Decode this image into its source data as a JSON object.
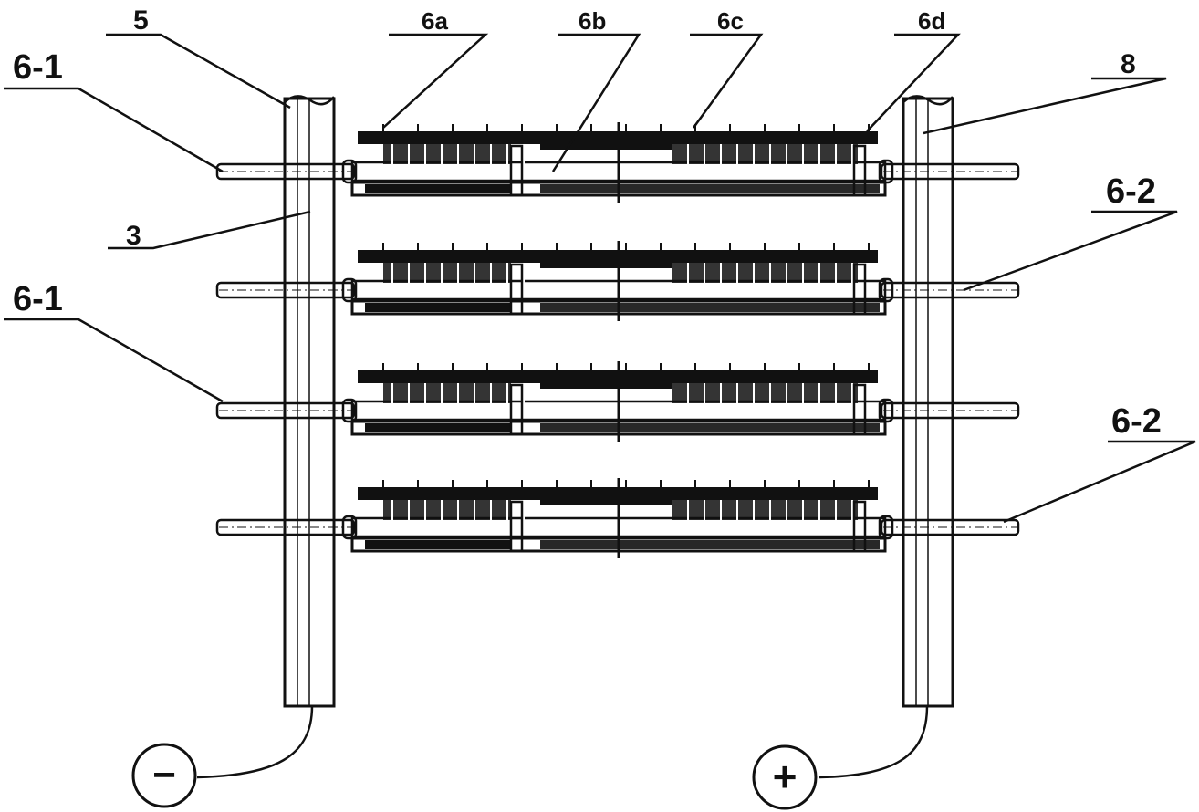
{
  "labels": {
    "l5": "5",
    "l6_1_top": "6-1",
    "l3": "3",
    "l6_1_mid": "6-1",
    "l6a": "6a",
    "l6b": "6b",
    "l6c": "6c",
    "l6d": "6d",
    "l8": "8",
    "l6_2_top": "6-2",
    "l6_2_bot": "6-2"
  },
  "terminals": {
    "negative": "−",
    "positive": "+"
  },
  "electrode_rows": 4,
  "colors": {
    "ink": "#111111",
    "background": "#ffffff"
  }
}
